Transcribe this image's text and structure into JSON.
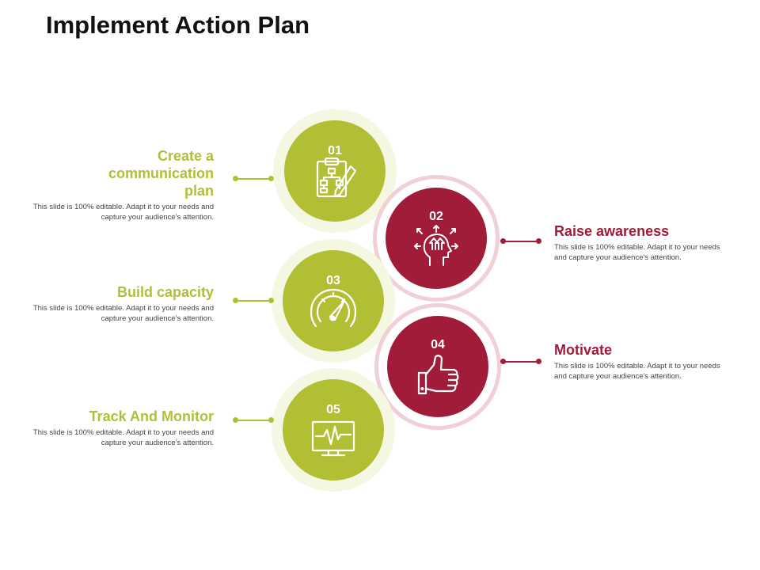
{
  "page": {
    "title": "Implement Action Plan"
  },
  "colors": {
    "green": "#b2bf35",
    "maroon": "#a11c38",
    "greenRing": "#eef2d3",
    "maroonRing": "#f1cfd7"
  },
  "steps": [
    {
      "number": "01",
      "heading": "Create a communication plan",
      "desc": "This slide is 100% editable. Adapt it to your needs and capture your audience's attention.",
      "icon": "clipboard-flowchart-icon"
    },
    {
      "number": "02",
      "heading": "Raise awareness",
      "desc": "This slide is 100% editable. Adapt it to your needs and capture your audience's attention.",
      "icon": "head-arrows-icon"
    },
    {
      "number": "03",
      "heading": "Build capacity",
      "desc": "This slide is 100% editable. Adapt it to your needs and capture your audience's attention.",
      "icon": "speedometer-icon"
    },
    {
      "number": "04",
      "heading": "Motivate",
      "desc": "This slide is 100% editable. Adapt it to your needs and capture your audience's attention.",
      "icon": "thumbs-up-icon"
    },
    {
      "number": "05",
      "heading": "Track And Monitor",
      "desc": "This slide is 100% editable. Adapt it to your needs and capture your audience's attention.",
      "icon": "monitor-pulse-icon"
    }
  ]
}
